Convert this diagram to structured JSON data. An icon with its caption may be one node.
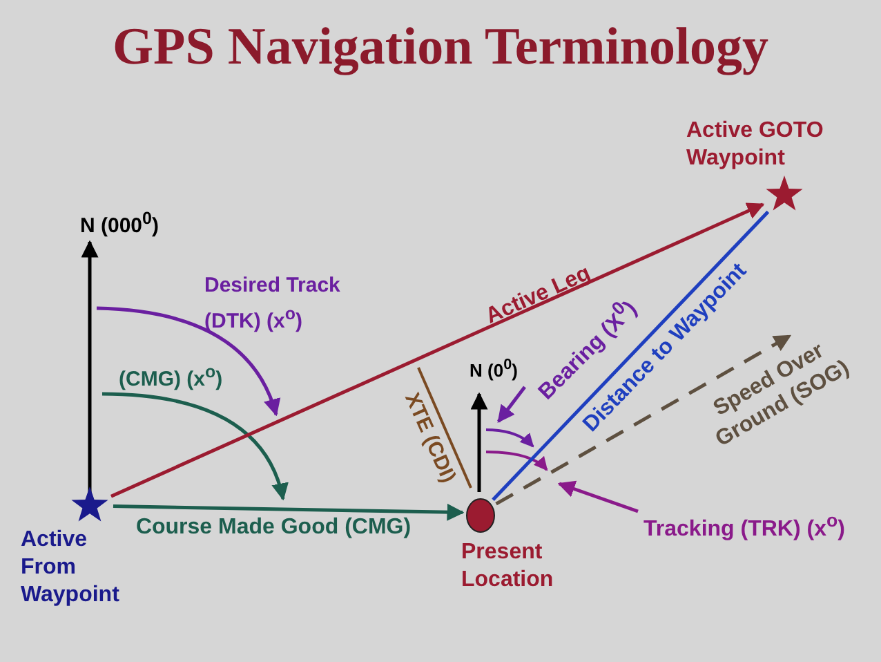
{
  "diagram": {
    "title": "GPS Navigation Terminology",
    "nodes": [
      {
        "text": [
          "Active From Waypoint"
        ]
      },
      {
        "text": [
          "Active GOTO Waypoint"
        ]
      },
      {
        "text": [
          "Present Location"
        ]
      },
      {
        "text": [
          "Bearing (X$^{0}$)"
        ]
      },
      {
        "text": [
          "Tracking (TRK) (x$^{o}$)"
        ]
      }
    ],
    "edges": [
      {
        "from": 0,
        "to": 1,
        "arrow": "to",
        "label": "Active Leg",
        "color": "#9b1b30"
      },
      {
        "from": 0,
        "to": 2,
        "arrow": "to",
        "label": "Course Made Good (CMG)",
        "color": "#1c5e4e"
      },
      {
        "from": 2,
        "to": 1,
        "arrow": "none",
        "label": "Distance to Waypoint",
        "color": "#1f3fbf"
      },
      {
        "from": 2,
        "to": null,
        "arrow": "to",
        "label": "Speed Over Ground (SOG)",
        "style": "dashed",
        "color": "#5e5040"
      },
      {
        "from": 3,
        "to": null,
        "arrow": "to",
        "color": "#6a1fa0"
      },
      {
        "from": 4,
        "to": null,
        "arrow": "to",
        "color": "#8a1a8a"
      }
    ],
    "labels": [
      "N (000$^{0}$)",
      "Desired Track (DTK) (x$^{o}$)",
      "(CMG) (x$^{o}$)",
      "XTE (CDI)",
      "N (0$^{0}$)"
    ]
  }
}
